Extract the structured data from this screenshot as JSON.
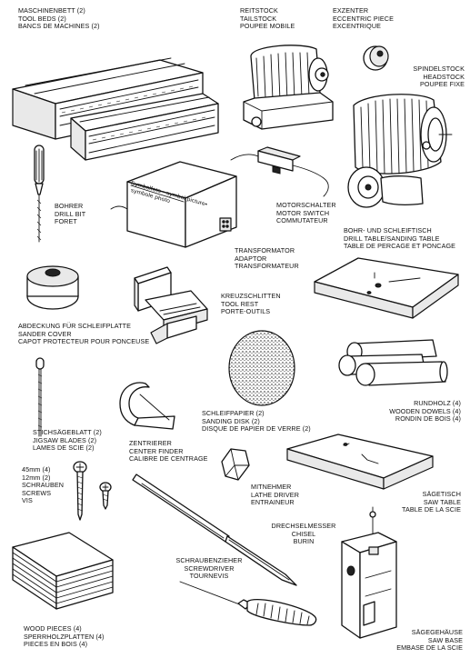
{
  "labels": {
    "machine_bed": [
      "MASCHINENBETT (2)",
      "TOOL BEDS (2)",
      "BANCS DE MACHINES (2)"
    ],
    "tailstock": [
      "REITSTOCK",
      "TAILSTOCK",
      "POUPEE MOBILE"
    ],
    "eccentric": [
      "EXZENTER",
      "ECCENTRIC PIECE",
      "EXCENTRIQUE"
    ],
    "headstock": [
      "SPINDELSTOCK",
      "HEADSTOCK",
      "POUPEE FIXE"
    ],
    "drill_bit": [
      "BOHRER",
      "DRILL BIT",
      "FORET"
    ],
    "motor_switch": [
      "MOTORSCHALTER",
      "MOTOR SWITCH",
      "COMMUTATEUR"
    ],
    "drill_table": [
      "BOHR- UND SCHLEIFTISCH",
      "DRILL TABLE/SANDING TABLE",
      "TABLE DE PERCAGE ET PONCAGE"
    ],
    "transformer": [
      "TRANSFORMATOR",
      "ADAPTOR",
      "TRANSFORMATEUR"
    ],
    "tool_rest": [
      "KREUZSCHLITTEN",
      "TOOL REST",
      "PORTE-OUTILS"
    ],
    "sander_cover": [
      "ABDECKUNG FÜR SCHLEIFPLATTE",
      "SANDER COVER",
      "CAPOT PROTECTEUR POUR PONCEUSE"
    ],
    "wooden_dowels": [
      "RUNDHOLZ (4)",
      "WOODEN DOWELS (4)",
      "RONDIN DE BOIS (4)"
    ],
    "jigsaw_blades": [
      "STICHSÄGEBLATT (2)",
      "JIGSAW BLADES (2)",
      "LAMES DE SCIE (2)"
    ],
    "center_finder": [
      "ZENTRIERER",
      "CENTER FINDER",
      "CALIBRE DE CENTRAGE"
    ],
    "sanding_disk": [
      "SCHLEIFPAPIER (2)",
      "SANDING DISK (2)",
      "DISQUE DE PAPIER DE VERRE (2)"
    ],
    "screws": [
      "45mm (4)",
      "12mm (2)",
      "SCHRAUBEN",
      "SCREWS",
      "VIS"
    ],
    "lathe_driver": [
      "MITNEHMER",
      "LATHE DRIVER",
      "ENTRAINEUR"
    ],
    "saw_table": [
      "SÄGETISCH",
      "SAW TABLE",
      "TABLE DE LA SCIE"
    ],
    "chisel": [
      "DRECHSELMESSER",
      "CHISEL",
      "BURIN"
    ],
    "screwdriver": [
      "SCHRAUBENZIEHER",
      "SCREWDRIVER",
      "TOURNEVIS"
    ],
    "wood_pieces": [
      "WOOD PIECES (4)",
      "SPERRHOLZPLATTEN (4)",
      "PIECES EN BOIS (4)"
    ],
    "saw_base": [
      "SÄGEGEHÄUSE",
      "SAW BASE",
      "EMBASE DE LA SCIE"
    ]
  },
  "transformer_box_text": [
    "Symbolfoto • symbol picture•",
    "symbole photo"
  ]
}
